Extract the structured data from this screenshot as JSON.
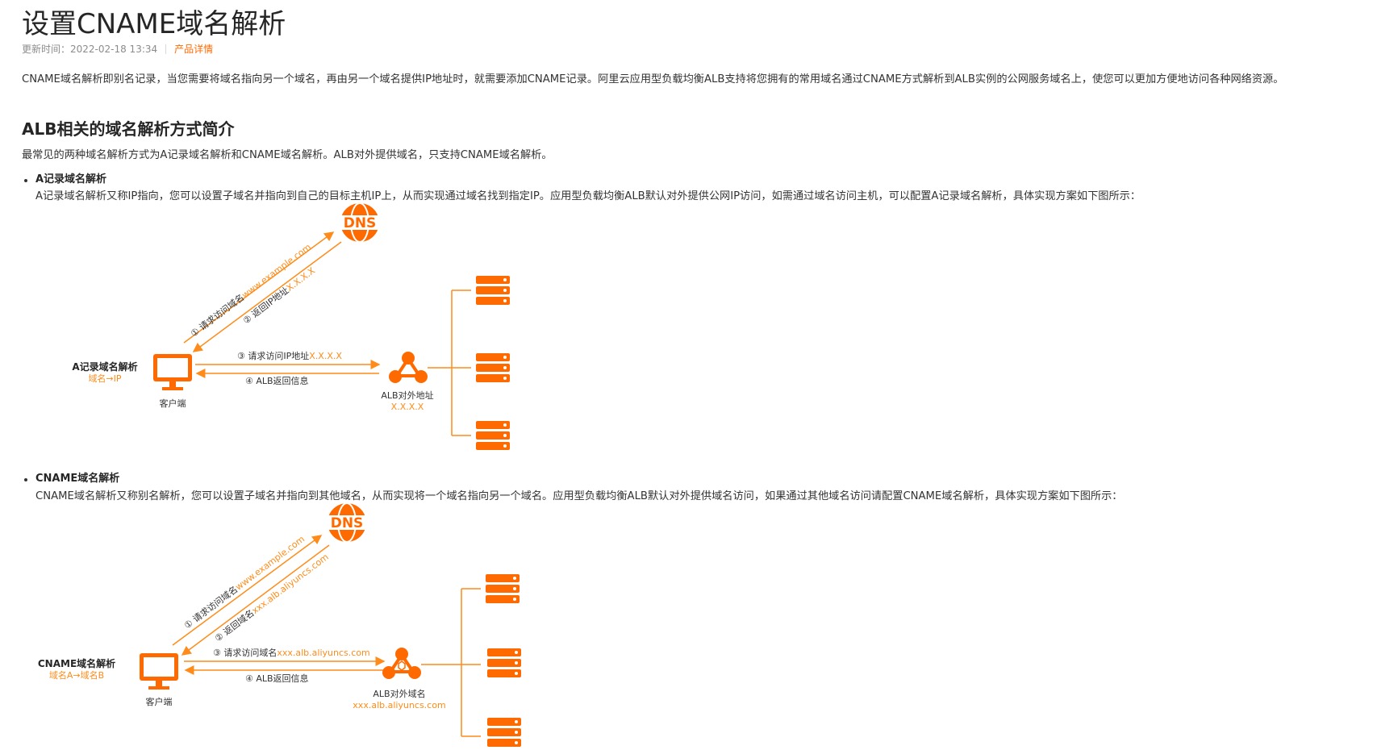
{
  "page": {
    "title": "设置CNAME域名解析",
    "updated": "更新时间：2022-02-18 13:34",
    "product_link": "产品详情",
    "intro": "CNAME域名解析即别名记录，当您需要将域名指向另一个域名，再由另一个域名提供IP地址时，就需要添加CNAME记录。阿里云应用型负载均衡ALB支持将您拥有的常用域名通过CNAME方式解析到ALB实例的公网服务域名上，使您可以更加方便地访问各种网络资源。"
  },
  "section": {
    "heading": "ALB相关的域名解析方式简介",
    "summary": "最常见的两种域名解析方式为A记录域名解析和CNAME域名解析。ALB对外提供域名，只支持CNAME域名解析。"
  },
  "a_record": {
    "bullet": "A记录域名解析",
    "desc": "A记录域名解析又称IP指向，您可以设置子域名并指向到自己的目标主机IP上，从而实现通过域名找到指定IP。应用型负载均衡ALB默认对外提供公网IP访问，如需通过域名访问主机，可以配置A记录域名解析，具体实现方案如下图所示：",
    "diagram": {
      "dns": "DNS",
      "label": "A记录域名解析",
      "sublabel": "域名→IP",
      "client": "客户端",
      "step1_prefix": "① 请求访问域名",
      "step1_value": "www.example.com",
      "step2_prefix": "② 返回IP地址",
      "step2_value": "X.X.X.X",
      "step3_prefix": "③ 请求访问IP地址",
      "step3_value": "X.X.X.X",
      "step4": "④ ALB返回信息",
      "alb_label": "ALB对外地址",
      "alb_value": "X.X.X.X"
    }
  },
  "cname_record": {
    "bullet": "CNAME域名解析",
    "desc": "CNAME域名解析又称别名解析，您可以设置子域名并指向到其他域名，从而实现将一个域名指向另一个域名。应用型负载均衡ALB默认对外提供域名访问，如果通过其他域名访问请配置CNAME域名解析，具体实现方案如下图所示：",
    "diagram": {
      "dns": "DNS",
      "label": "CNAME域名解析",
      "sublabel": "域名A→域名B",
      "client": "客户端",
      "step1_prefix": "① 请求访问域名",
      "step1_value": "www.example.com",
      "step2_prefix": "② 返回域名",
      "step2_value": "xxx.alb.aliyuncs.com",
      "step3_prefix": "③ 请求访问域名",
      "step3_value": "xxx.alb.aliyuncs.com",
      "step4": "④ ALB返回信息",
      "alb_label": "ALB对外域名",
      "alb_value": "xxx.alb.aliyuncs.com"
    }
  },
  "colors": {
    "accent": "#ff6a00",
    "dark_text": "#262626",
    "arrow": "#ff8c1a"
  }
}
